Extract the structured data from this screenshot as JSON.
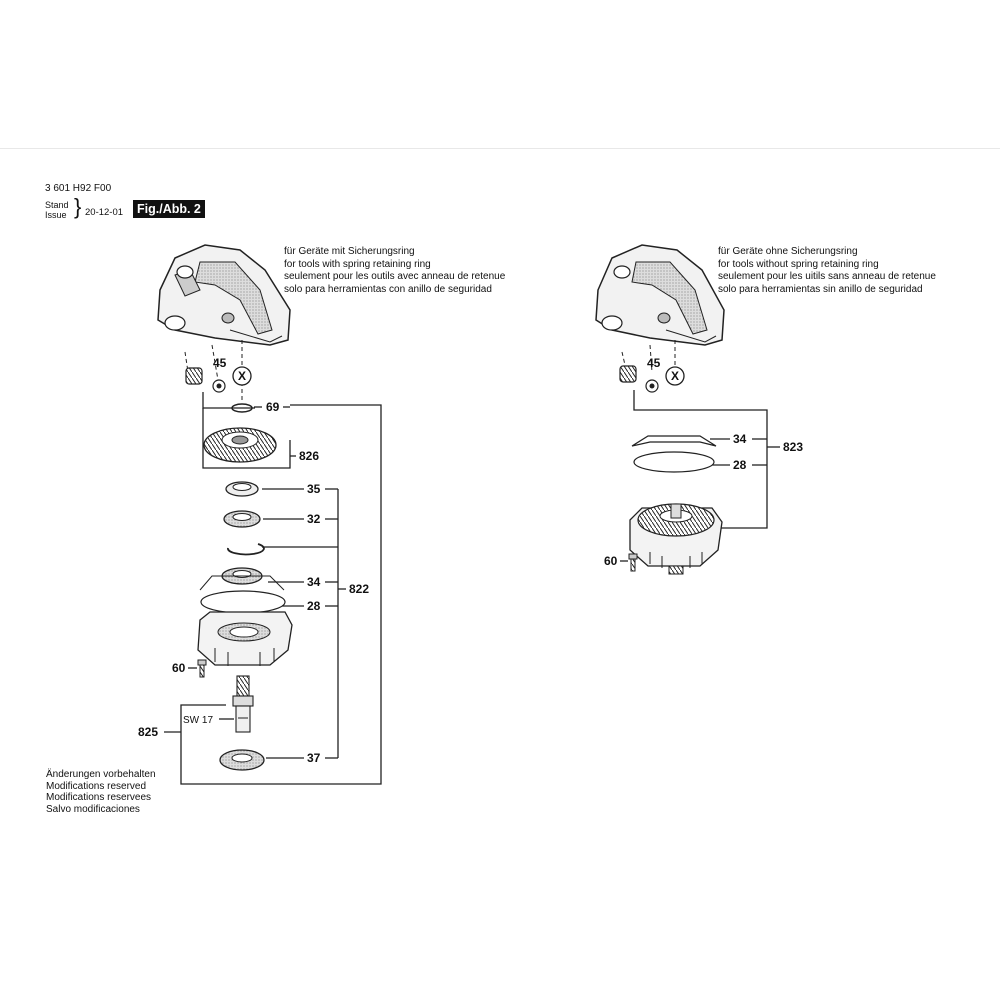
{
  "header": {
    "code": "3 601 H92 F00",
    "stand_line1": "Stand",
    "stand_line2": "Issue",
    "date": "20-12-01",
    "figure_label": "Fig./Abb. 2"
  },
  "notes": {
    "left": [
      "für Geräte mit Sicherungsring",
      "for tools with spring retaining ring",
      "seulement pour les outils avec anneau de retenue",
      "solo para herramientas con anillo de seguridad"
    ],
    "right": [
      "für Geräte ohne Sicherungsring",
      "for tools without spring retaining ring",
      "seulement pour les uitils sans anneau de retenue",
      "solo para herramientas sin anillo de seguridad"
    ]
  },
  "left_labels": {
    "p45": "45",
    "px": "X",
    "p69": "69",
    "p826": "826",
    "p35": "35",
    "p32": "32",
    "p34": "34",
    "p28": "28",
    "p822": "822",
    "p60": "60",
    "sw17": "SW 17",
    "p825": "825",
    "p37": "37"
  },
  "right_labels": {
    "p45": "45",
    "px": "X",
    "p34": "34",
    "p28": "28",
    "p823": "823",
    "p60": "60"
  },
  "footer": [
    "Änderungen vorbehalten",
    "Modifications reserved",
    "Modifications reservees",
    "Salvo modificaciones"
  ]
}
